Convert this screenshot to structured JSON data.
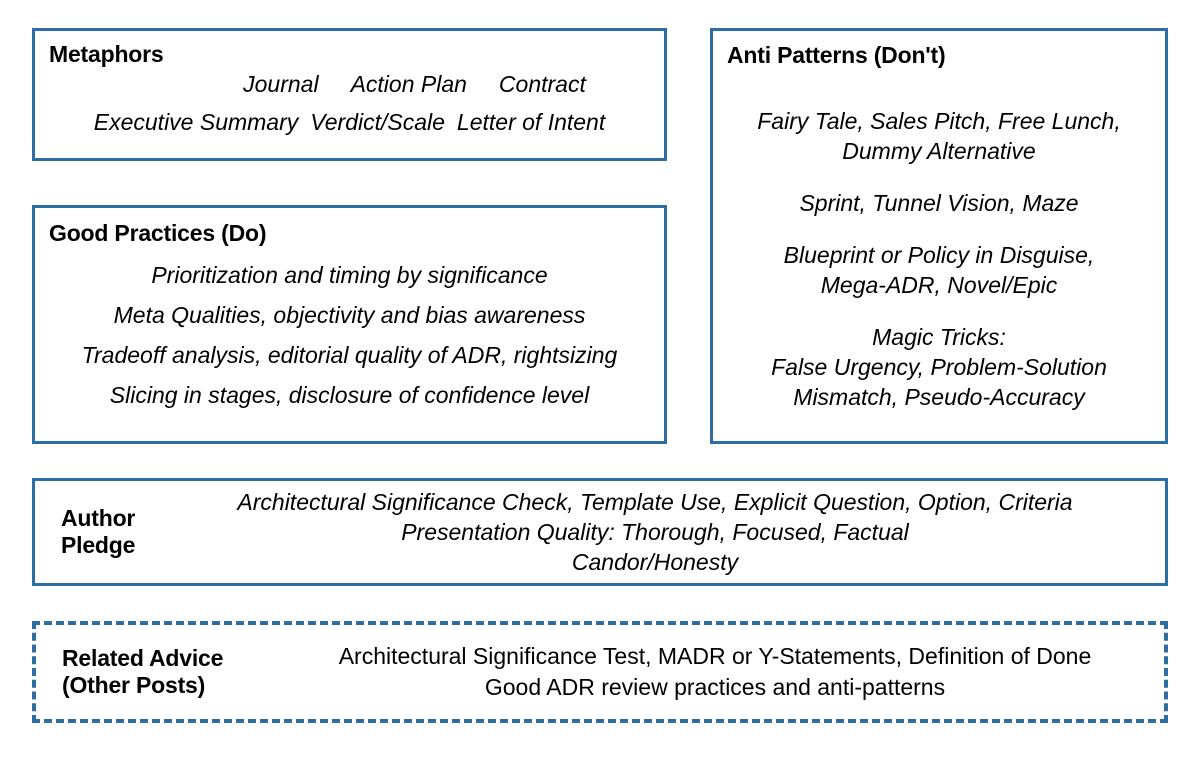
{
  "colors": {
    "border_blue": "#2E6CA4",
    "background": "#FFFFFF",
    "text": "#000000"
  },
  "metaphors": {
    "heading": "Metaphors",
    "row1": [
      "Journal",
      "Action Plan",
      "Contract"
    ],
    "row2": [
      "Executive Summary",
      "Verdict/Scale",
      "Letter of Intent"
    ]
  },
  "good_practices": {
    "heading": "Good Practices (Do)",
    "lines": [
      "Prioritization and timing by significance",
      "Meta Qualities, objectivity and bias awareness",
      "Tradeoff analysis, editorial quality of ADR, rightsizing",
      "Slicing in stages, disclosure of confidence level"
    ]
  },
  "anti_patterns": {
    "heading": "Anti Patterns (Don't)",
    "groups": [
      [
        "Fairy Tale, Sales Pitch, Free Lunch,",
        "Dummy Alternative"
      ],
      [
        "Sprint, Tunnel Vision, Maze"
      ],
      [
        "Blueprint or Policy in Disguise,",
        "Mega-ADR, Novel/Epic"
      ],
      [
        "Magic Tricks:",
        "False Urgency, Problem-Solution",
        "Mismatch, Pseudo-Accuracy"
      ]
    ]
  },
  "author_pledge": {
    "label": "Author\nPledge",
    "lines": [
      "Architectural Significance Check, Template Use, Explicit Question, Option, Criteria",
      "Presentation Quality: Thorough, Focused, Factual",
      "Candor/Honesty"
    ]
  },
  "related_advice": {
    "label": "Related Advice\n(Other Posts)",
    "lines": [
      "Architectural Significance Test, MADR or Y-Statements, Definition of Done",
      "Good ADR review practices and anti-patterns"
    ]
  }
}
